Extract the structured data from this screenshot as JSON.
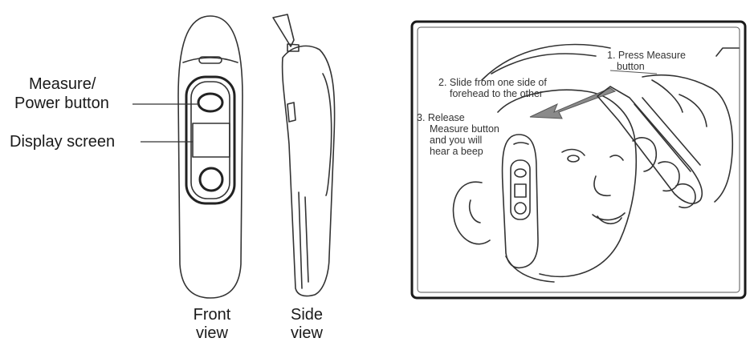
{
  "labels": {
    "measure_line1": "Measure/",
    "measure_line2": "Power button",
    "display_screen": "Display screen",
    "front_line1": "Front",
    "front_line2": "view",
    "side_line1": "Side",
    "side_line2": "view"
  },
  "steps": {
    "step1_line1": "1. Press Measure",
    "step1_line2": "button",
    "step2_line1": "2. Slide from one side of",
    "step2_line2": "forehead to the other",
    "step3_line1": "3. Release",
    "step3_line2": "Measure button",
    "step3_line3": "and you will",
    "step3_line4": "hear a beep"
  },
  "colors": {
    "ink": "#222222",
    "frame": "#1a1a1a",
    "arrow": "#8a8a8a"
  }
}
